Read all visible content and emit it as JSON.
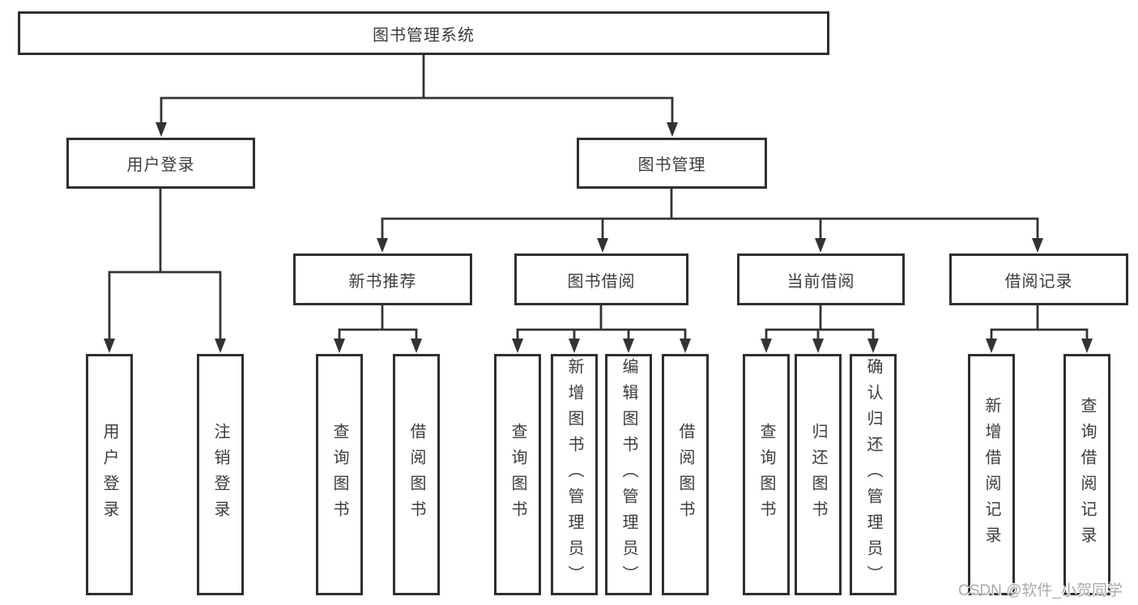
{
  "diagram_title": "图书管理系统",
  "tree": {
    "root": {
      "label": "图书管理系统"
    },
    "branches": [
      {
        "label": "用户登录",
        "leaves": [
          {
            "label": "用户登录"
          },
          {
            "label": "注销登录"
          }
        ]
      },
      {
        "label": "图书管理",
        "groups": [
          {
            "label": "新书推荐",
            "leaves": [
              {
                "label": "查询图书"
              },
              {
                "label": "借阅图书"
              }
            ]
          },
          {
            "label": "图书借阅",
            "leaves": [
              {
                "label": "查询图书"
              },
              {
                "label": "新增图书（管理员）"
              },
              {
                "label": "编辑图书（管理员）"
              },
              {
                "label": "借阅图书"
              }
            ]
          },
          {
            "label": "当前借阅",
            "leaves": [
              {
                "label": "查询图书"
              },
              {
                "label": "归还图书"
              },
              {
                "label": "确认归还（管理员）"
              }
            ]
          },
          {
            "label": "借阅记录",
            "leaves": [
              {
                "label": "新增借阅记录"
              },
              {
                "label": "查询借阅记录"
              }
            ]
          }
        ]
      }
    ]
  },
  "watermark": "CSDN @软件_小贺同学",
  "colors": {
    "line": "#333333",
    "box_border": "#2f2f2f",
    "text": "#3c3c3c",
    "watermark": "#ababab"
  }
}
